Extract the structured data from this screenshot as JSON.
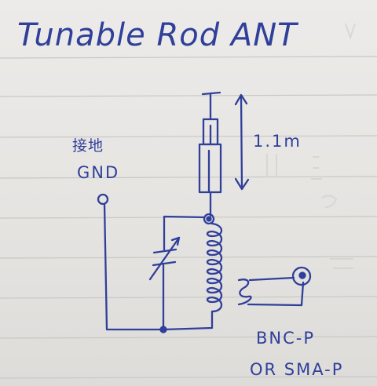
{
  "title": "Tunable Rod ANT",
  "rod_length_label": "1.1m",
  "ground_marker_label": "接地",
  "ground_label": "GND",
  "connector_label_line1": "BNC-P",
  "connector_label_line2": "OR SMA-P",
  "colors": {
    "ink": "#2f3f9a",
    "paper": "#e8e6e3",
    "rule_line": "#c9c8c5",
    "faint_show_through": "#d2d1ce"
  }
}
